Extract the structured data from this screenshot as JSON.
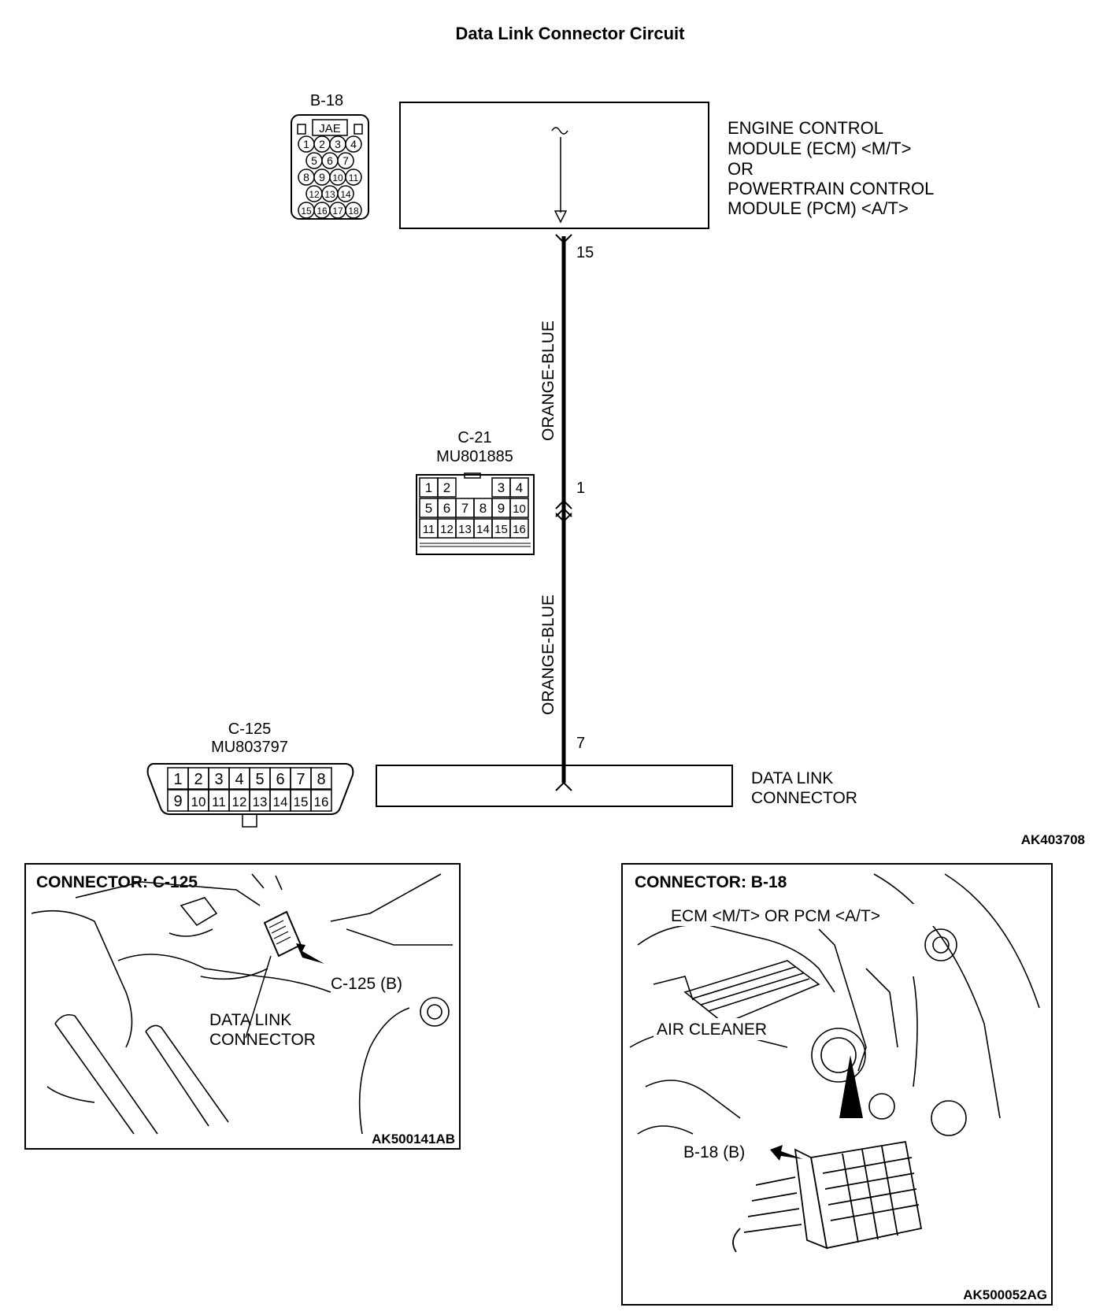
{
  "title": "Data Link Connector Circuit",
  "connector_b18": {
    "label": "B-18",
    "tag": "JAE",
    "rows": [
      [
        "1",
        "2",
        "3",
        "4"
      ],
      [
        "5",
        "6",
        "7"
      ],
      [
        "8",
        "9",
        "10",
        "11"
      ],
      [
        "12",
        "13",
        "14"
      ],
      [
        "15",
        "16",
        "17",
        "18"
      ]
    ]
  },
  "ecm": {
    "lines": [
      "ENGINE CONTROL",
      "MODULE (ECM) <M/T>",
      "OR",
      "POWERTRAIN CONTROL",
      "MODULE (PCM) <A/T>"
    ]
  },
  "wire": {
    "top_pin": "15",
    "mid_pin": "1",
    "bottom_pin": "7",
    "color_upper": "ORANGE-BLUE",
    "color_lower": "ORANGE-BLUE"
  },
  "connector_c21": {
    "label": "C-21",
    "part": "MU801885",
    "row1": [
      "1",
      "2",
      "",
      "",
      "3",
      "4"
    ],
    "row2": [
      "5",
      "6",
      "7",
      "8",
      "9",
      "10"
    ],
    "row3": [
      "11",
      "12",
      "13",
      "14",
      "15",
      "16"
    ]
  },
  "connector_c125": {
    "label": "C-125",
    "part": "MU803797",
    "row1": [
      "1",
      "2",
      "3",
      "4",
      "5",
      "6",
      "7",
      "8"
    ],
    "row2": [
      "9",
      "10",
      "11",
      "12",
      "13",
      "14",
      "15",
      "16"
    ]
  },
  "dlc": {
    "lines": [
      "DATA LINK",
      "CONNECTOR"
    ]
  },
  "code_main": "AK403708",
  "panel_left": {
    "title": "CONNECTOR: C-125",
    "callout": "C-125 (B)",
    "label_lines": [
      "DATA LINK",
      "CONNECTOR"
    ],
    "code": "AK500141AB"
  },
  "panel_right": {
    "title": "CONNECTOR: B-18",
    "ecm_label": "ECM <M/T> OR PCM <A/T>",
    "air_cleaner": "AIR CLEANER",
    "callout": "B-18 (B)",
    "code": "AK500052AG"
  }
}
